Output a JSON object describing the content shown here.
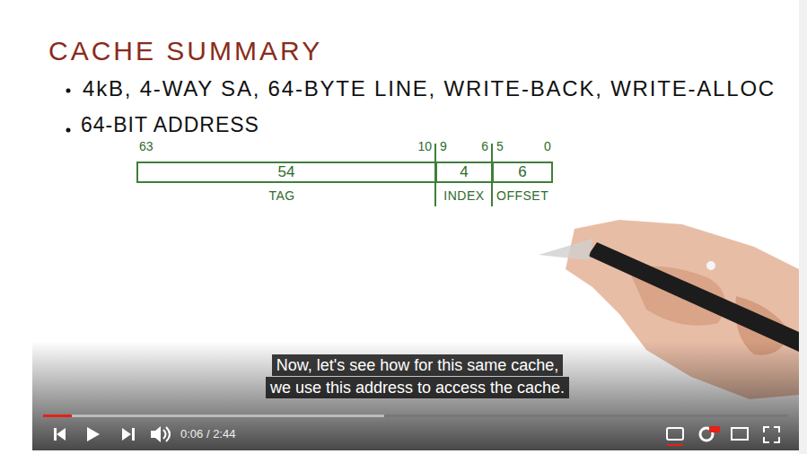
{
  "diagram": {
    "title": "CACHE SUMMARY",
    "nodes": [
      {
        "text": [
          "54",
          "TAG"
        ]
      },
      {
        "text": [
          "4",
          "INDEX"
        ]
      },
      {
        "text": [
          "6",
          "OFFSET"
        ]
      }
    ],
    "labels": [
      "4kB, 4-WAY SA, 64-BYTE LINE, WRITE-BACK, WRITE-ALLOC",
      "64-BIT ADDRESS",
      "63",
      "10",
      "9",
      "6",
      "5",
      "0",
      "Now, let's see how for this same cache,",
      "we use this address to access the cache.",
      "0:06 / 2:44"
    ]
  }
}
